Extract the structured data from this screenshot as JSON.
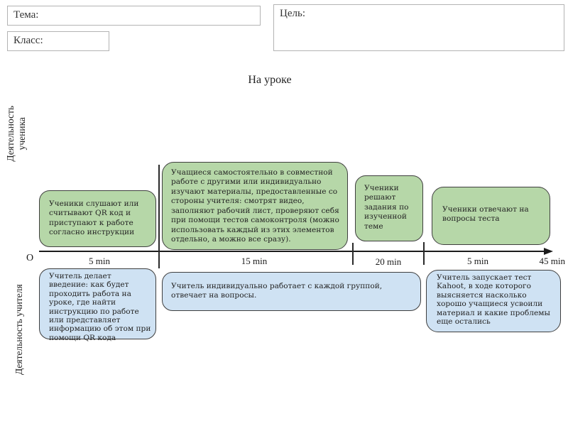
{
  "slide": {
    "title": "На уроке",
    "fields": {
      "topic_label": "Тема:",
      "class_label": "Класс:",
      "goal_label": "Цель:"
    },
    "row_labels": {
      "student_line1": "Деятельность",
      "student_line2": "ученика",
      "teacher": "Деятельность учителя"
    },
    "timeline": {
      "origin": "O",
      "segment_labels": [
        "5 min",
        "15 min",
        "20 min",
        "5 min"
      ],
      "end_label": "45 min"
    },
    "student_activities": [
      "Ученики слушают или считывают QR код и приступают к работе согласно инструкции",
      "Учащиеся самостоятельно в совместной работе с другими или индивидуально изучают материалы, предоставленные со стороны учителя: смотрят видео, заполняют рабочий лист, проверяют себя при помощи тестов самоконтроля (можно использовать каждый из этих элементов отдельно, а можно все сразу).",
      "Ученики решают задания по изученной теме",
      "Ученики отвечают на вопросы теста"
    ],
    "teacher_activities": [
      "Учитель делает введение: как будет проходить работа на уроке, где найти инструкцию по работе или представляет информацию об этом при помощи QR кода",
      "Учитель индивидуально работает с каждой группой, отвечает на вопросы.",
      "Учитель запускает тест Kahoot, в ходе которого выясняется насколько хорошо учащиеся усвоили материал и какие проблемы еще остались"
    ],
    "colors": {
      "student_box_fill": "#b6d7a8",
      "teacher_box_fill": "#cfe2f3",
      "box_border": "#3f3f3f"
    }
  }
}
